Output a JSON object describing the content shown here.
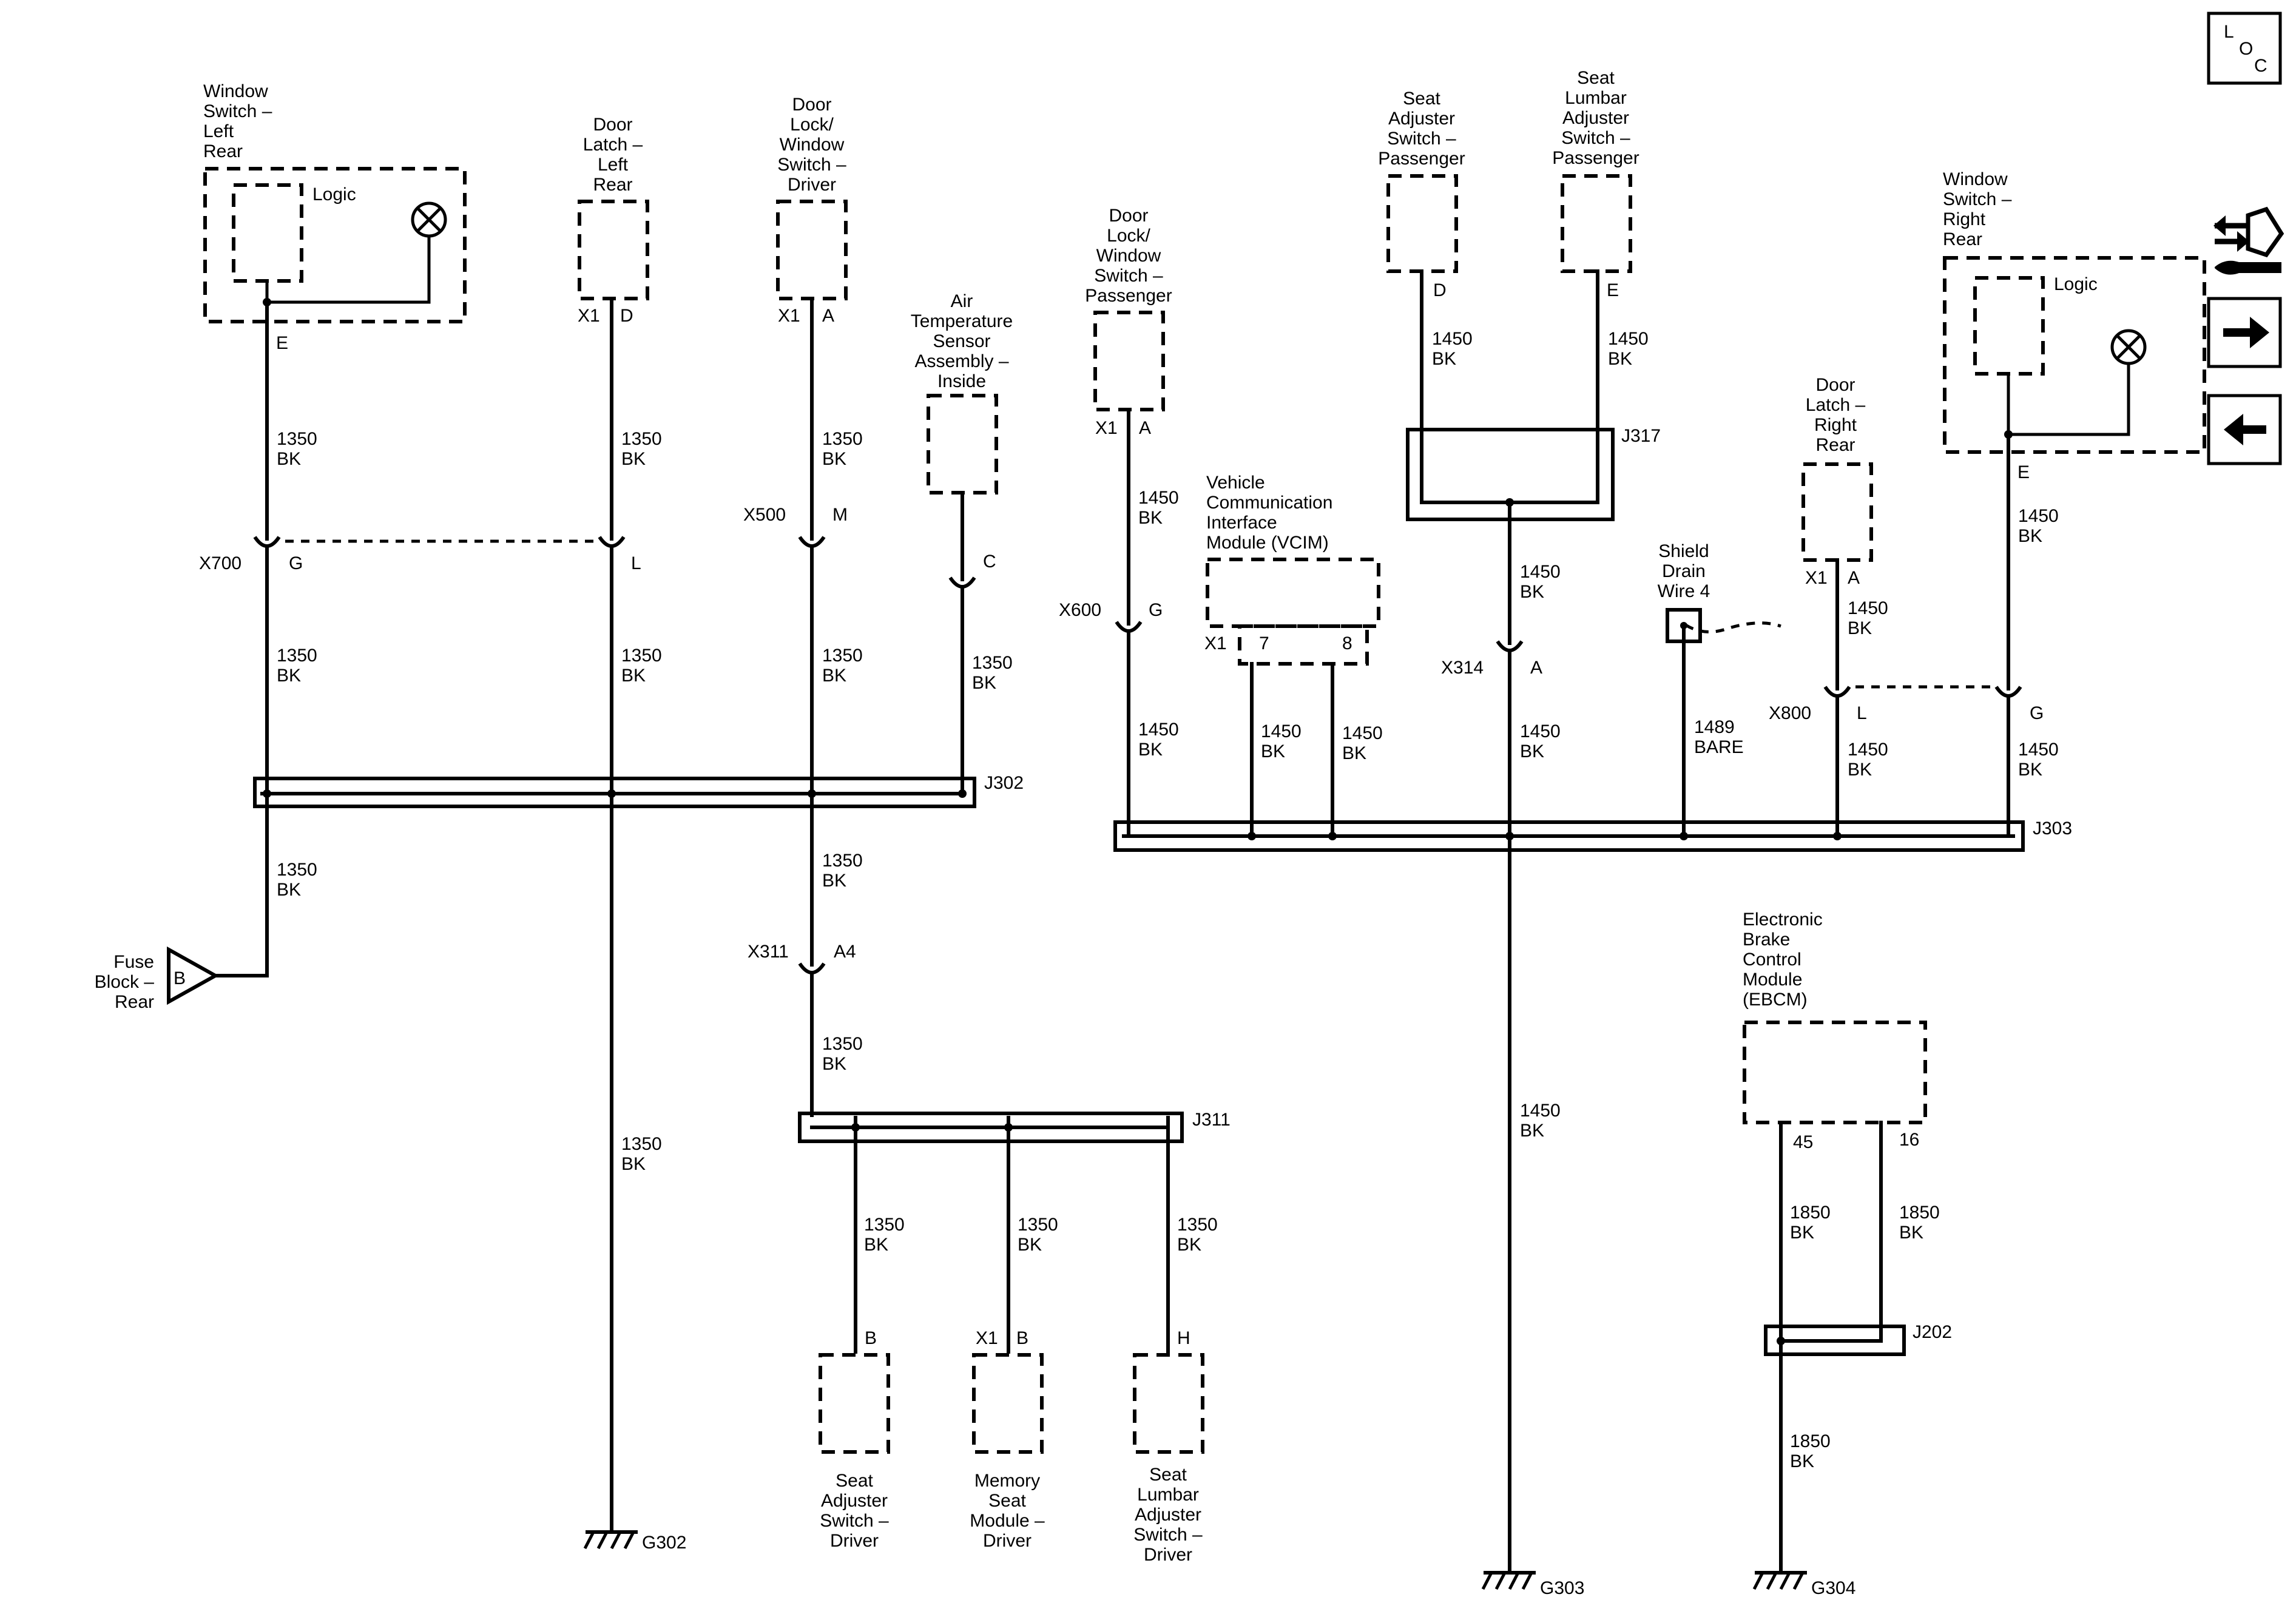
{
  "components": {
    "window_switch_left_rear": [
      "Window",
      "Switch –",
      "Left",
      "Rear"
    ],
    "logic": "Logic",
    "door_latch_left_rear": [
      "Door",
      "Latch –",
      "Left",
      "Rear"
    ],
    "door_lock_window_switch_driver": [
      "Door",
      "Lock/",
      "Window",
      "Switch –",
      "Driver"
    ],
    "air_temp_sensor": [
      "Air",
      "Temperature",
      "Sensor",
      "Assembly –",
      "Inside"
    ],
    "door_lock_window_switch_passenger": [
      "Door",
      "Lock/",
      "Window",
      "Switch –",
      "Passenger"
    ],
    "vcim": [
      "Vehicle",
      "Communication",
      "Interface",
      "Module (VCIM)"
    ],
    "seat_adjuster_switch_passenger": [
      "Seat",
      "Adjuster",
      "Switch –",
      "Passenger"
    ],
    "seat_lumbar_adjuster_switch_passenger": [
      "Seat",
      "Lumbar",
      "Adjuster",
      "Switch –",
      "Passenger"
    ],
    "shield_drain_wire": [
      "Shield",
      "Drain",
      "Wire 4"
    ],
    "door_latch_right_rear": [
      "Door",
      "Latch –",
      "Right",
      "Rear"
    ],
    "window_switch_right_rear": [
      "Window",
      "Switch –",
      "Right",
      "Rear"
    ],
    "fuse_block_rear": [
      "Fuse",
      "Block –",
      "Rear"
    ],
    "ebcm": [
      "Electronic",
      "Brake",
      "Control",
      "Module",
      "(EBCM)"
    ],
    "seat_adjuster_switch_driver": [
      "Seat",
      "Adjuster",
      "Switch –",
      "Driver"
    ],
    "memory_seat_module_driver": [
      "Memory",
      "Seat",
      "Module –",
      "Driver"
    ],
    "seat_lumbar_adjuster_switch_driver": [
      "Seat",
      "Lumbar",
      "Adjuster",
      "Switch –",
      "Driver"
    ]
  },
  "pins": {
    "E": "E",
    "D": "D",
    "A": "A",
    "B": "B",
    "H": "H",
    "C": "C",
    "G": "G",
    "L": "L",
    "M": "M",
    "A4": "A4",
    "X1": "X1",
    "p7": "7",
    "p8": "8",
    "p45": "45",
    "p16": "16"
  },
  "connectors": {
    "x700": "X700",
    "x500": "X500",
    "x311": "X311",
    "x600": "X600",
    "x314": "X314",
    "x800": "X800"
  },
  "splices": {
    "j302": "J302",
    "j303": "J303",
    "j311": "J311",
    "j317": "J317",
    "j202": "J202"
  },
  "grounds": {
    "g302": "G302",
    "g303": "G303",
    "g304": "G304"
  },
  "circuits": {
    "c1350": "1350",
    "c1450": "1450",
    "c1489": "1489",
    "c1850": "1850",
    "bk": "BK",
    "bare": "BARE"
  },
  "nav": {
    "loc_l": "L",
    "loc_o": "O",
    "loc_c": "C",
    "icons": [
      "loc-icon",
      "connector-tool-icon",
      "arrow-right-icon",
      "arrow-left-icon"
    ]
  }
}
